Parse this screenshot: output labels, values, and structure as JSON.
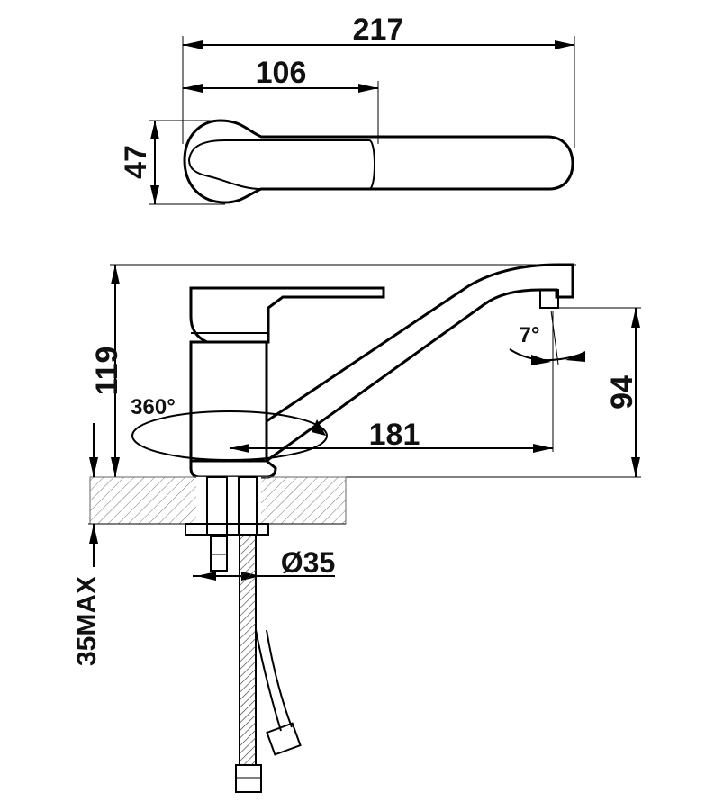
{
  "diagram": {
    "top_view": {
      "overall_length": "217",
      "handle_length": "106",
      "width": "47"
    },
    "side_view": {
      "height": "119",
      "spout_height": "94",
      "spout_reach": "181",
      "rotation": "360°",
      "tilt_angle": "7°",
      "hole_diameter": "Ø35",
      "max_counter_thickness": "35MAX"
    }
  }
}
